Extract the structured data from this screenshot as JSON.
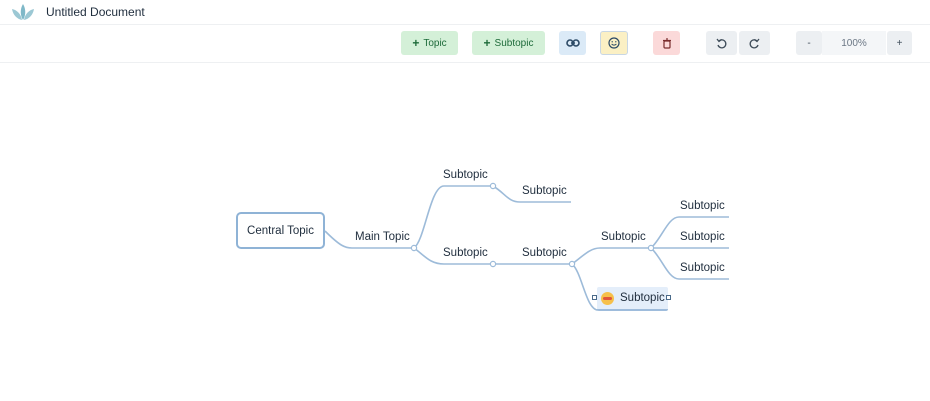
{
  "app": {
    "document_title": "Untitled Document",
    "logo_icon": "leaf-logo-icon"
  },
  "toolbar": {
    "add_topic": {
      "label": "Topic",
      "icon": "plus-icon"
    },
    "add_subtopic": {
      "label": "Subtopic",
      "icon": "plus-icon"
    },
    "link": {
      "icon": "link-icon"
    },
    "emoji": {
      "icon": "smiley-icon"
    },
    "delete": {
      "icon": "trash-icon"
    },
    "undo": {
      "icon": "undo-icon"
    },
    "redo": {
      "icon": "redo-icon"
    },
    "zoom_out_label": "-",
    "zoom_level": "100%",
    "zoom_in_label": "+"
  },
  "mindmap": {
    "central": "Central Topic",
    "main_topic": "Main Topic",
    "branch_top": {
      "label": "Subtopic",
      "child": "Subtopic"
    },
    "branch_bottom": {
      "label": "Subtopic",
      "child": "Subtopic",
      "grandchild": "Subtopic",
      "leaves": [
        "Subtopic",
        "Subtopic",
        "Subtopic"
      ],
      "selected": {
        "label": "Subtopic",
        "emoji_icon": "grinning-emoji-icon"
      }
    }
  },
  "colors": {
    "connector": "#9dbbd9",
    "green_button": "#d4f0d8",
    "blue_button": "#dbeaf7",
    "red_button": "#fbd9d9",
    "selected_node": "#e4eefa"
  }
}
